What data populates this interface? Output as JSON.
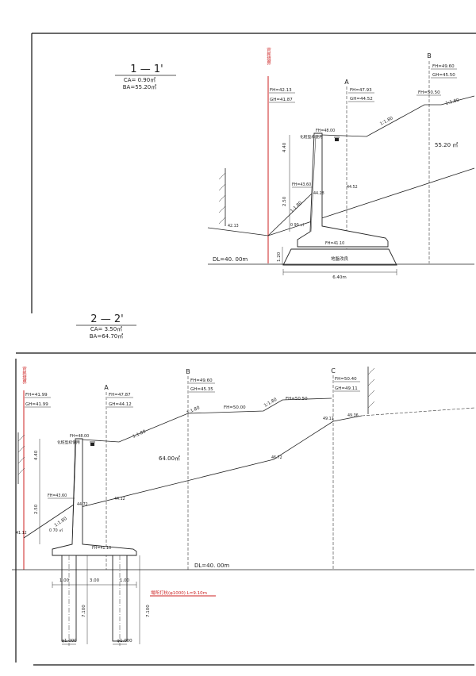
{
  "section1": {
    "title": "1 — 1'",
    "ca": "CA= 0.90㎡",
    "ba": "BA=55.20㎡",
    "boundary": {
      "label": "官民境界",
      "fh": "FH=42.13",
      "gh": "GH=41.87"
    },
    "point_a": {
      "label": "A",
      "fh": "FH=47.93",
      "gh": "GH=44.52"
    },
    "point_b": {
      "label": "B",
      "fh": "FH=49.60",
      "gh": "GH=45.50"
    },
    "fh_crest": "FH=50.50",
    "slope_crest": "1:1.80",
    "slope_back": "1:1.80",
    "slope_front": "1:1.80",
    "wall_top": "FH=48.00",
    "formwork_note": "化粧型枠使用",
    "fill_area": "55.20 ㎡",
    "height_upper": "4.40",
    "height_lower": "2.50",
    "fh_front": "FH=43.60",
    "elev_wall_front": "44.28",
    "elev_a_ground": "44.52",
    "elev_boundary": "42.13",
    "front_area": "0 90 ㎡",
    "base_top": "FH=41.10",
    "ground_improvement": "地盤改良",
    "datum": "DL=40. 00m",
    "improvement_depth": "1.20",
    "base_width": "6.40m"
  },
  "section2": {
    "title": "2 — 2'",
    "ca": "CA= 3.50㎡",
    "ba": "BA=64.70㎡",
    "boundary": {
      "label": "官民境界",
      "fh": "FH=41.99",
      "gh": "GH=41.99"
    },
    "point_a": {
      "label": "A",
      "fh": "FH=47.87",
      "gh": "GH=44.12"
    },
    "point_b": {
      "label": "B",
      "fh": "FH=49.60",
      "gh": "GH=45.35"
    },
    "point_c": {
      "label": "C",
      "fh": "FH=50.40",
      "gh": "GH=49.11"
    },
    "slope_1": "1:1.80",
    "fh_bench_1": "FH=50.00",
    "slope_2": "1:1.80",
    "fh_bench_2": "FH=50.50",
    "elev_c_1": "49.11",
    "elev_c_2": "49.36",
    "wall_top": "FH=48.00",
    "formwork_note": "化粧型枠使用",
    "slope_back": "1:1.80",
    "fill_area": "64.00㎡",
    "elev_ground_mid": "46.72",
    "height_upper": "4.40",
    "height_lower": "2.50",
    "fh_front": "FH=43.60",
    "elev_wall_front": "44.72",
    "elev_a_ground": "44.12",
    "slope_front": "1:1.80",
    "front_area": "0 70 ㎡",
    "elev_boundary": "41.12",
    "base_top": "FH=41.10",
    "datum": "DL=40. 00m",
    "footing_dims": [
      "1.00",
      "3.00",
      "1.00"
    ],
    "pile_note": "場所打杭(φ1000) L=9.10m",
    "pile_length": [
      "7.100",
      "7.100"
    ],
    "pile_diameter": [
      "φ1.000",
      "φ1.000"
    ]
  },
  "colors": {
    "boundary": "#cc2222",
    "line": "#222222"
  }
}
